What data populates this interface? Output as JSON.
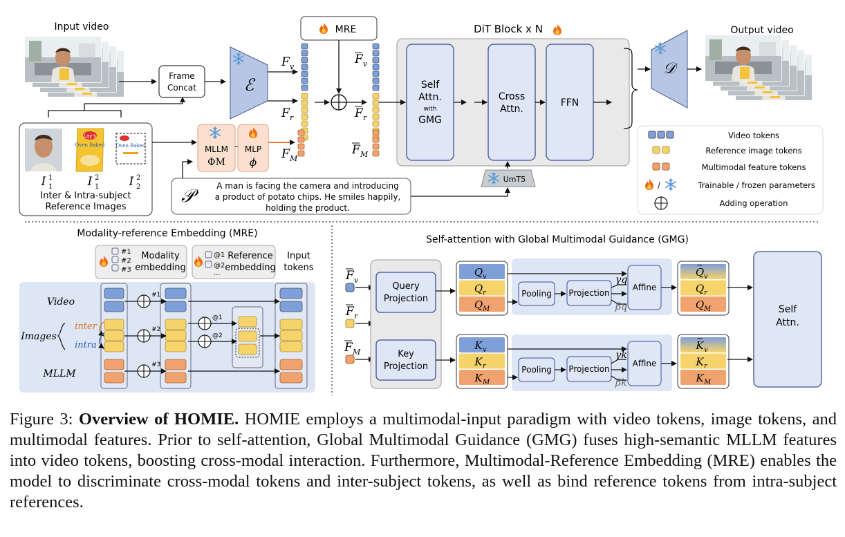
{
  "top": {
    "input_video_label": "Input video",
    "output_video_label": "Output video",
    "frame_concat": [
      "Frame",
      "Concat"
    ],
    "encoder_symbol": "ℰ",
    "decoder_symbol": "𝒟",
    "mre_label": "MRE",
    "dit_title": "DiT Block x N",
    "self_attn_lines": [
      "Self",
      "Attn.",
      "with",
      "GMG"
    ],
    "cross_attn_lines": [
      "Cross",
      "Attn."
    ],
    "ffn_label": "FFN",
    "umt5_label": "UmT5",
    "mllm_lines": [
      "MLLM",
      "ΦM"
    ],
    "mlp_lines": [
      "MLP",
      "ϕ"
    ],
    "token_labels": {
      "fv": "F",
      "fr": "F",
      "fm": "F",
      "sub_v": "v",
      "sub_r": "r",
      "sub_m": "M"
    },
    "ref_labels": [
      "I",
      "I",
      "I"
    ],
    "ref_sub": [
      "1",
      "1",
      "2"
    ],
    "ref_sup": [
      "1",
      "2",
      "2"
    ],
    "ref_caption": [
      "Inter & Intra-subject",
      "Reference Images"
    ],
    "chip_brand": "Lay's",
    "chip_text": "Oven Baked",
    "prompt_symbol": "𝒫",
    "prompt_text": [
      "A man is facing the camera and introducing",
      "a product of potato chips. He smiles happily,",
      "holding the product."
    ]
  },
  "legend": {
    "video_tokens": "Video tokens",
    "ref_tokens": "Reference image tokens",
    "mm_tokens": "Multimodal feature  tokens",
    "trainable_frozen": "Trainable / frozen parameters",
    "slash": "/",
    "adding": "Adding operation"
  },
  "mre_panel": {
    "title": "Modality-reference Embedding (MRE)",
    "modality_ids": [
      "#1",
      "#2",
      "#3"
    ],
    "modality_label": [
      "Modality",
      "embedding"
    ],
    "reference_ids": [
      "@1",
      "@2",
      "..."
    ],
    "reference_label": [
      "Reference",
      "embedding"
    ],
    "input_tokens": [
      "Input",
      "tokens"
    ],
    "row_video": "Video",
    "row_images": "Images",
    "row_inter": "inter",
    "row_intra": "intra",
    "row_mllm": "MLLM",
    "add_tags": [
      "#1",
      "#2",
      "#3",
      "@1",
      "@2"
    ]
  },
  "gmg_panel": {
    "title": "Self-attention with Global Multimodal Guidance (GMG)",
    "query_projection": [
      "Query",
      "Projection"
    ],
    "key_projection": [
      "Key",
      "Projection"
    ],
    "pooling": "Pooling",
    "projection": "Projection",
    "affine": "Affine",
    "self_attn": [
      "Self",
      "Attn."
    ],
    "q_labels": [
      "Q",
      "Q",
      "Q"
    ],
    "k_labels": [
      "K",
      "K",
      "K"
    ],
    "subs": [
      "v",
      "r",
      "M"
    ],
    "gamma_q": "γq",
    "beta_q": "βq",
    "gamma_k": "γk",
    "beta_k": "βk",
    "input_F": [
      "F",
      "F",
      "F"
    ]
  },
  "caption": {
    "prefix": "Figure 3: ",
    "bold": "Overview of HOMIE.",
    "body": " HOMIE employs a multimodal-input paradigm with video tokens, image tokens, and multimodal features. Prior to self-attention, Global Multimodal Guidance (GMG) fuses high-semantic MLLM features into video tokens, boosting cross-modal interaction. Furthermore, Multimodal-Reference Embedding (MRE) enables the model to discriminate cross-modal tokens and inter-subject tokens, as well as bind reference tokens from intra-subject references."
  },
  "colors": {
    "video_token": "#7f9fd8",
    "ref_token": "#f7d36b",
    "mm_token": "#f0a36e",
    "panel_blue": "#dce6f4",
    "block_blue": "#dfe6f5",
    "fire": "#f06a1c",
    "frozen": "#6aa6d8"
  }
}
